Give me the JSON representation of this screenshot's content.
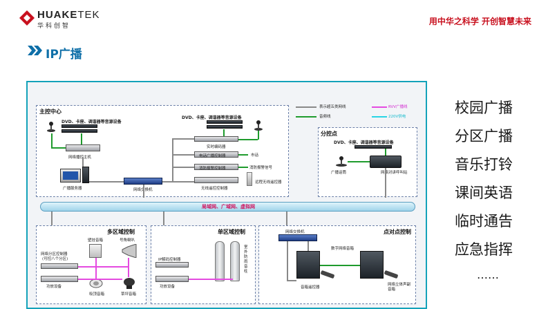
{
  "header": {
    "brand_bold": "HUAKE",
    "brand_light": "TEK",
    "brand_cn": "华科创智",
    "slogan": "用中华之科学 开创智慧未来",
    "section_title": "IP广播",
    "logo_color": "#c8101e",
    "accent": "#0e6fa8"
  },
  "diagram": {
    "legend": {
      "gray": "表示超五类网线",
      "green": "音频线",
      "magenta": "RVV广播线",
      "cyan": "220V供电"
    },
    "main_center": {
      "title": "主控中心",
      "source_left": "DVD、卡座、调谐器等音源设备",
      "source_top": "DVD、卡座、调谐器等音源设备",
      "host": "网络播控主机",
      "server": "广播服务器",
      "switch": "网络交换机",
      "encoder": "实时编码器",
      "phone": "电话广播控制器",
      "phone_side": "市话",
      "fire": "消防报警控制器",
      "fire_side": "消防报警信号",
      "remote": "无线遥控控制器",
      "remote_side": "远程无线遥控器"
    },
    "branch": {
      "title": "分控点",
      "source": "DVD、卡座、调谐器等音源设备",
      "mic": "广播话筒",
      "intercom": "网络对讲呼叫站"
    },
    "network": "局域网、广域网、虚拟网",
    "multi_zone": {
      "title": "多区域控制",
      "ctrl": "网络分区控制器",
      "ctrl_sub": "(可控八个分区)",
      "amp": "功放设备",
      "wall": "壁挂音箱",
      "horn": "号角喇叭",
      "ceiling": "吸顶音箱",
      "lawn": "草坪音箱"
    },
    "single_zone": {
      "title": "单区域控制",
      "ctrl": "IP解码控制器",
      "amp": "功放设备",
      "outdoor": "室外防雨音柱"
    },
    "p2p": {
      "title": "点对点控制",
      "switch": "网络交换机",
      "speaker": "数字网络音箱",
      "remote": "音箱遥控器",
      "stereo": "网络立体声副音箱"
    }
  },
  "features": [
    "校园广播",
    "分区广播",
    "音乐打铃",
    "课间英语",
    "临时通告",
    "应急指挥",
    "……"
  ]
}
